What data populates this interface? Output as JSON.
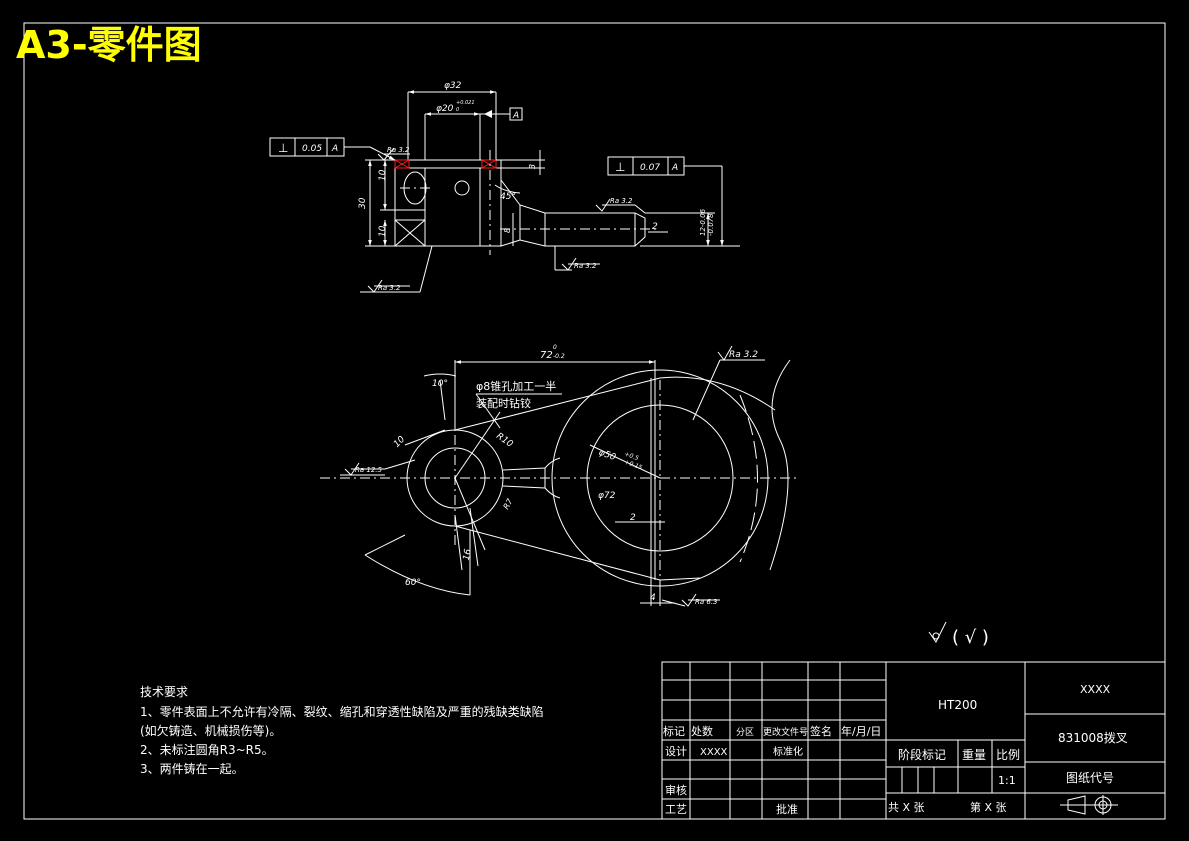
{
  "sheet_title": "A3-零件图",
  "front_view": {
    "dia_outer": "φ32",
    "dia_bore": "φ20",
    "dia_bore_tol": "+0.021",
    "dia_bore_tol_low": "0",
    "datum_label": "A",
    "fcf_left": {
      "symbol": "⊥",
      "value": "0.05",
      "datum": "A"
    },
    "fcf_right": {
      "symbol": "⊥",
      "value": "0.07",
      "datum": "A"
    },
    "dim_30": "30",
    "dim_10_top": "10",
    "dim_10_bot": "10",
    "dim_3": "3",
    "angle_45": "45°",
    "dim_8": "8",
    "dim_2": "2",
    "dim_12": "12-0.06",
    "dim_12_low": "-0.078",
    "ra_top": "Ra 3.2",
    "ra_arm": "Ra 3.2",
    "ra_bottom": "Ra 3.2",
    "ra_left": "Ra 3.2"
  },
  "plan_view": {
    "dim_72": "72",
    "dim_72_tol": "0",
    "dim_72_tol_low": "-0.2",
    "ra_top": "Ra 3.2",
    "angle_10": "10°",
    "note_line1": "φ8锥孔加工一半",
    "note_line2": "装配时钻铰",
    "dim_10": "10",
    "dim_20": "R10",
    "ra_left": "Ra 12.5",
    "dim_50": "φ50",
    "dim_50_tol": "+0.5",
    "dim_50_tol_low": "+0.15",
    "dim_72_dia": "φ72",
    "dim_2": "2",
    "dim_7": "R7",
    "dim_16": "16",
    "angle_60": "60°",
    "dim_4": "4",
    "ra_bottom": "Ra 6.3"
  },
  "general_roughness": "( √ )",
  "tech_req": {
    "heading": "技术要求",
    "items": [
      "1、零件表面上不允许有冷隔、裂纹、缩孔和穿透性缺陷及严重的残缺类缺陷",
      "(如欠铸造、机械损伤等)。",
      "2、未标注圆角R3~R5。",
      "3、两件铸在一起。"
    ]
  },
  "title_block": {
    "material": "HT200",
    "company": "XXXX",
    "part_name": "831008拨叉",
    "drawing_no_label": "图纸代号",
    "header_row": [
      "标记",
      "处数",
      "分区",
      "更改文件号",
      "签名",
      "年/月/日"
    ],
    "designer_label": "设计",
    "designer": "XXXX",
    "standard_label": "标准化",
    "check_label": "审核",
    "process_label": "工艺",
    "approve_label": "批准",
    "stage_label": "阶段标记",
    "weight_label": "重量",
    "scale_label": "比例",
    "scale": "1:1",
    "sheets_total": "共 X 张",
    "sheet_no": "第 X 张"
  }
}
